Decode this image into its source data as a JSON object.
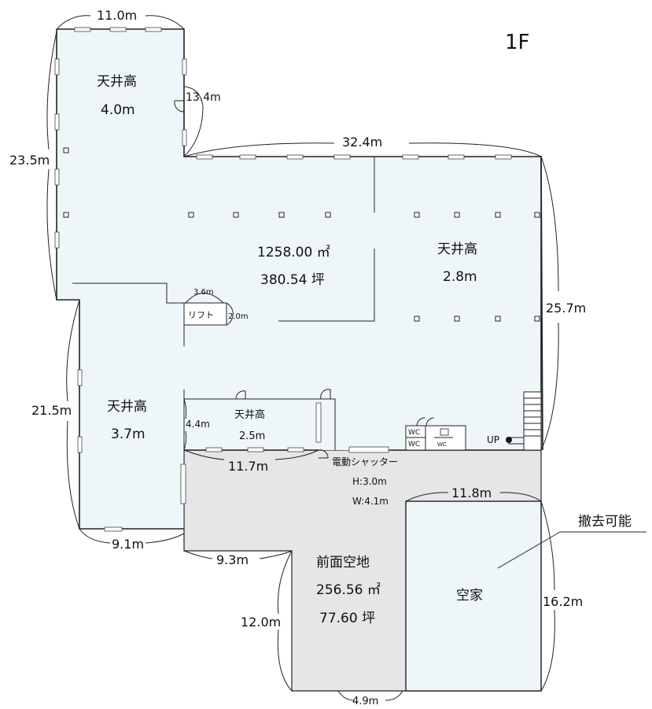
{
  "floor_label": "1F",
  "zones": {
    "tenjo_left_top": {
      "title": "天井高",
      "value": "4.0m"
    },
    "tenjo_right": {
      "title": "天井高",
      "value": "2.8m"
    },
    "tenjo_left_bottom": {
      "title": "天井高",
      "value": "3.7m"
    },
    "tenjo_small_room": {
      "title": "天井高",
      "value": "2.5m"
    },
    "total_area": {
      "sqm": "1258.00 ㎡",
      "tsubo": "380.54 坪"
    },
    "lift": {
      "label": "リフト"
    },
    "front_lot": {
      "title": "前面空地",
      "sqm": "256.56 ㎡",
      "tsubo": "77.60 坪"
    },
    "vacant_house": {
      "title": "空家"
    },
    "removable": {
      "label": "撤去可能"
    },
    "shutter": {
      "label": "電動シャッター",
      "height": "H:3.0m",
      "width": "W:4.1m"
    },
    "wc1": "WC",
    "wc2": "WC",
    "wc3": "WC",
    "up": "UP"
  },
  "dimensions": {
    "d_11_0": "11.0m",
    "d_13_4": "13.4m",
    "d_32_4": "32.4m",
    "d_23_5": "23.5m",
    "d_25_7": "25.7m",
    "d_3_6": "3.6m",
    "d_2_0": "2.0m",
    "d_21_5": "21.5m",
    "d_4_4": "4.4m",
    "d_11_7": "11.7m",
    "d_11_8": "11.8m",
    "d_9_1": "9.1m",
    "d_9_3": "9.3m",
    "d_12_0": "12.0m",
    "d_16_2": "16.2m",
    "d_4_9": "4.9m"
  },
  "colors": {
    "interior": "#eef6fa",
    "front_lot": "#e6e6e6",
    "wall": "#222222"
  }
}
